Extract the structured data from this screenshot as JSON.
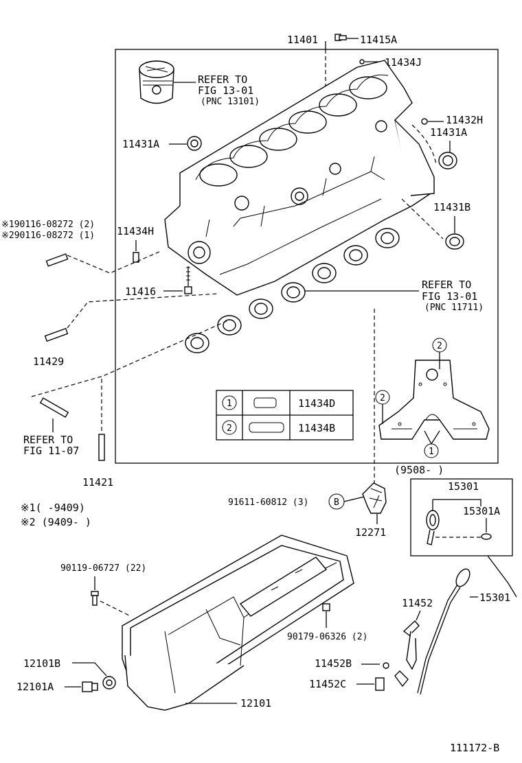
{
  "diagram": {
    "block_box_labels": {
      "top_pn": "11401",
      "bolt_top": "11415A",
      "plug_j": "11434J",
      "bolt_h": "11432H",
      "bearing_a_right": "11431A",
      "bearing_a_left": "11431A",
      "bearing_b": "11431B",
      "pin_h": "11434H",
      "bolt_16": "11416"
    },
    "piston_refer": [
      "REFER TO",
      "FIG 13-01",
      "(PNC 13101)"
    ],
    "crank_refer": [
      "REFER TO",
      "FIG 13-01",
      "(PNC 11711)"
    ],
    "legend": [
      {
        "num": "1",
        "part": "11434D"
      },
      {
        "num": "2",
        "part": "11434B"
      }
    ],
    "plate_markers": [
      "2",
      "2",
      "1"
    ],
    "date_range": "(9508-      )",
    "studs": {
      "note1": "※190116-08272 (2)",
      "note2": "※290116-08272 (1)",
      "p11429": "11429",
      "refer": [
        "REFER TO",
        "FIG 11-07"
      ],
      "p11421": "11421"
    },
    "footnotes": [
      "※1(      -9409)",
      "※2 (9409-       )"
    ],
    "pump": {
      "bolt": "91611-60812 (3)",
      "circle": "B",
      "part": "12271"
    },
    "dipstick_box": {
      "p15301": "15301",
      "p15301A": "15301A"
    },
    "pan": {
      "bolt": "90119-06727 (22)",
      "nut": "90179-06326 (2)",
      "p12101B": "12101B",
      "p12101A": "12101A",
      "p12101": "12101"
    },
    "dipstick_parts": {
      "p11452": "11452",
      "p11452B": "11452B",
      "p11452C": "11452C",
      "p15301": "15301"
    },
    "figure_code": "111172-B"
  }
}
